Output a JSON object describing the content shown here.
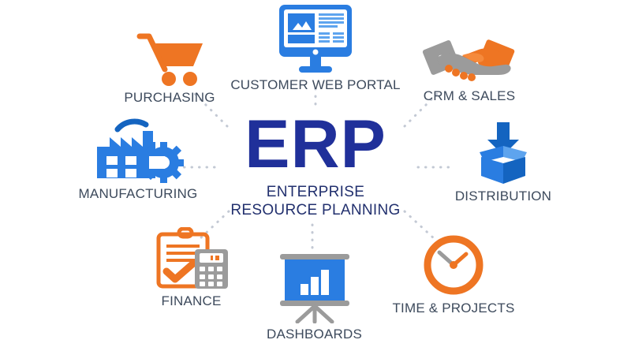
{
  "diagram": {
    "center": {
      "title": "ERP",
      "subtitle": "ENTERPRISE RESOURCE PLANNING",
      "title_color": "#20309a",
      "subtitle_color": "#22306e"
    },
    "background_color": "#ffffff",
    "connector_color": "#c3c9d4",
    "label_color": "#3d4a5c",
    "palette": {
      "blue": "#2a7de1",
      "blue_dark": "#1464c0",
      "blue_light": "#5ea4ee",
      "orange": "#ee7523",
      "orange_light": "#f58a3c",
      "grey": "#9b9b9b",
      "grey_light": "#b8b8b8"
    },
    "nodes": [
      {
        "id": "purchasing",
        "label": "PURCHASING",
        "icon": "shopping-cart-icon",
        "accent": "#ee7523"
      },
      {
        "id": "customer-web-portal",
        "label": "CUSTOMER WEB PORTAL",
        "icon": "monitor-icon",
        "accent": "#2a7de1"
      },
      {
        "id": "crm-sales",
        "label": "CRM & SALES",
        "icon": "handshake-icon",
        "accent": "#ee7523"
      },
      {
        "id": "distribution",
        "label": "DISTRIBUTION",
        "icon": "box-arrow-icon",
        "accent": "#2a7de1"
      },
      {
        "id": "time-projects",
        "label": "TIME & PROJECTS",
        "icon": "clock-icon",
        "accent": "#ee7523"
      },
      {
        "id": "dashboards",
        "label": "DASHBOARDS",
        "icon": "presentation-chart-icon",
        "accent": "#2a7de1"
      },
      {
        "id": "finance",
        "label": "FINANCE",
        "icon": "clipboard-calculator-icon",
        "accent": "#ee7523"
      },
      {
        "id": "manufacturing",
        "label": "MANUFACTURING",
        "icon": "factory-gear-icon",
        "accent": "#2a7de1"
      }
    ]
  }
}
